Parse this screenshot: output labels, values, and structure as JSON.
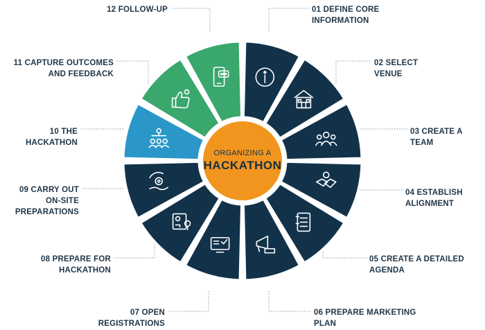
{
  "center": {
    "line1": "ORGANIZING A",
    "line2": "HACKATHON"
  },
  "colors": {
    "navy": "#12324a",
    "green": "#3aa76d",
    "blue": "#2a97c8",
    "orange": "#f1951f",
    "text": "#1f3547",
    "leader": "#8a96a0"
  },
  "steps": [
    {
      "num": "01",
      "lines": [
        "DEFINE CORE",
        "INFORMATION"
      ],
      "icon": "info-icon",
      "color": "navy"
    },
    {
      "num": "02",
      "lines": [
        "SELECT",
        "VENUE"
      ],
      "icon": "building-icon",
      "color": "navy"
    },
    {
      "num": "03",
      "lines": [
        "CREATE A",
        "TEAM"
      ],
      "icon": "team-icon",
      "color": "navy"
    },
    {
      "num": "04",
      "lines": [
        "ESTABLISH",
        "ALIGNMENT"
      ],
      "icon": "handshake-icon",
      "color": "navy"
    },
    {
      "num": "05",
      "lines": [
        "CREATE A DETAILED",
        "AGENDA"
      ],
      "icon": "agenda-icon",
      "color": "navy"
    },
    {
      "num": "06",
      "lines": [
        "PREPARE MARKETING",
        "PLAN"
      ],
      "icon": "megaphone-icon",
      "color": "navy"
    },
    {
      "num": "07",
      "lines": [
        "OPEN",
        "REGISTRATIONS"
      ],
      "icon": "registration-icon",
      "color": "navy"
    },
    {
      "num": "08",
      "lines": [
        "PREPARE FOR",
        "HACKATHON"
      ],
      "icon": "map-planning-icon",
      "color": "navy"
    },
    {
      "num": "09",
      "lines": [
        "CARRY OUT",
        "ON-SITE",
        "PREPARATIONS"
      ],
      "icon": "settings-hand-icon",
      "color": "navy"
    },
    {
      "num": "10",
      "lines": [
        "THE",
        "HACKATHON"
      ],
      "icon": "presentation-icon",
      "color": "blue"
    },
    {
      "num": "11",
      "lines": [
        "CAPTURE OUTCOMES",
        "AND FEEDBACK"
      ],
      "icon": "thumbs-up-icon",
      "color": "green"
    },
    {
      "num": "12",
      "lines": [
        "FOLLOW-UP"
      ],
      "icon": "mobile-message-icon",
      "color": "green"
    }
  ]
}
